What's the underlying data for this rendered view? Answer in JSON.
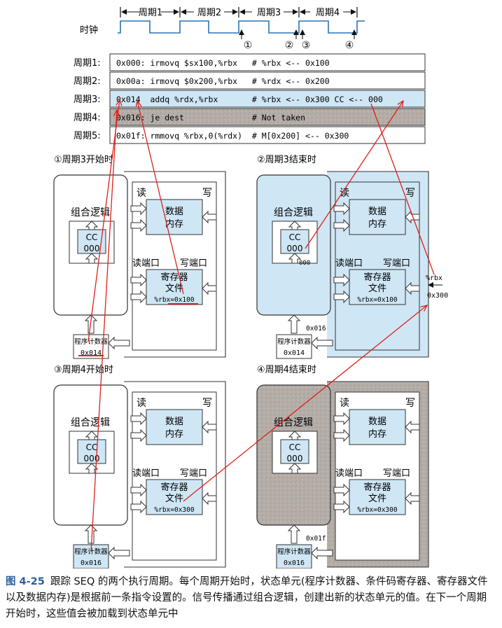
{
  "timing": {
    "clock_label": "时钟",
    "cycles": [
      "周期1",
      "周期2",
      "周期3",
      "周期4"
    ],
    "markers": [
      "①",
      "②",
      "③",
      "④"
    ]
  },
  "rows": [
    {
      "label": "周期1:",
      "code": "0x000: irmovq $sx100,%rbx   # %rbx <-- 0x100"
    },
    {
      "label": "周期2:",
      "code": "0x00a: irmovq $0x200,%rbx   # %rdx <-- 0x200"
    },
    {
      "label": "周期3:",
      "code": "0x014  addq %rdx,%rbx       # %rbx <-- 0x300 CC <-- 000"
    },
    {
      "label": "周期4:",
      "code": "0x016: je dest              # Not taken"
    },
    {
      "label": "周期5:",
      "code": "0x01f: rmmovq %rbx,0(%rdx)  # M[0x200] <-- 0x300"
    }
  ],
  "panels": [
    {
      "title": "①周期3开始时",
      "logic": "组合逻辑",
      "cc": "CC",
      "cc_val": "000",
      "read": "读",
      "write": "写",
      "mem1": "数据",
      "mem2": "内存",
      "rport": "读端口",
      "wport": "写端口",
      "rf1": "寄存器",
      "rf2": "文件",
      "rf_val": "%rbx=0x100",
      "pc": "程序计数器",
      "pc_val": "0x014",
      "cc_new": "",
      "pc_new": ""
    },
    {
      "title": "②周期3结束时",
      "logic": "组合逻辑",
      "cc": "CC",
      "cc_val": "000",
      "read": "读",
      "write": "写",
      "mem1": "数据",
      "mem2": "内存",
      "rport": "读端口",
      "wport": "写端口",
      "rf1": "寄存器",
      "rf2": "文件",
      "rf_val": "%rbx=0x100",
      "pc": "程序计数器",
      "pc_val": "0x014",
      "cc_new": "000",
      "pc_new": "0x016"
    },
    {
      "title": "③周期4开始时",
      "logic": "组合逻辑",
      "cc": "CC",
      "cc_val": "000",
      "read": "读",
      "write": "写",
      "mem1": "数据",
      "mem2": "内存",
      "rport": "读端口",
      "wport": "写端口",
      "rf1": "寄存器",
      "rf2": "文件",
      "rf_val": "%rbx=0x300",
      "pc": "程序计数器",
      "pc_val": "0x016",
      "cc_new": "",
      "pc_new": ""
    },
    {
      "title": "④周期4结束时",
      "logic": "组合逻辑",
      "cc": "CC",
      "cc_val": "000",
      "read": "读",
      "write": "写",
      "mem1": "数据",
      "mem2": "内存",
      "rport": "读端口",
      "wport": "写端口",
      "rf1": "寄存器",
      "rf2": "文件",
      "rf_val": "%rbx=0x300",
      "pc": "程序计数器",
      "pc_val": "0x016",
      "cc_new": "",
      "pc_new": "0x01f"
    }
  ],
  "side": {
    "rbx": "%rbx",
    "val": "0x300"
  },
  "caption": {
    "label": "图 4-25",
    "text": "跟踪 SEQ 的两个执行周期。每个周期开始时，状态单元(程序计数器、条件码寄存器、寄存器文件以及数据内存)是根据前一条指令设置的。信号传播通过组合逻辑，创建出新的状态单元的值。在下一个周期开始时，这些值会被加载到状态单元中"
  },
  "colors": {
    "blue": "#cfe6f5",
    "gray": "#b9b3ad",
    "red": "#e0201c",
    "border": "#333333"
  }
}
